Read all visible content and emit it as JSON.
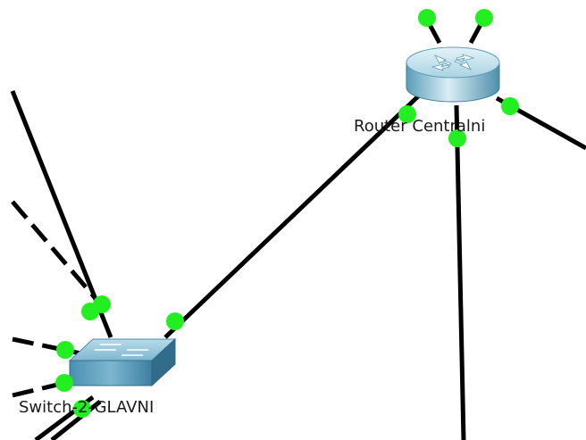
{
  "workspace": {
    "background": "#ffffff",
    "link_color": "#000000",
    "port_status_color": "#22ee22",
    "port_status": "up"
  },
  "devices": {
    "router": {
      "label": "Router Centralni",
      "icon": "router-icon",
      "colors": {
        "body": "#5fa9c4",
        "top": "#bfe3ef",
        "arrows": "#e8f6fb"
      }
    },
    "switch": {
      "label": "Switch-2-GLAVNI",
      "icon": "switch-icon",
      "colors": {
        "body": "#3f89ad",
        "top": "#8fc3da",
        "arrows": "#e8f6fb"
      }
    }
  },
  "links": [
    {
      "name": "router-switch-link",
      "style": "solid"
    },
    {
      "name": "router-up-left-link",
      "style": "solid"
    },
    {
      "name": "router-up-right-link",
      "style": "solid"
    },
    {
      "name": "router-right-link",
      "style": "solid"
    },
    {
      "name": "router-down-link",
      "style": "solid"
    },
    {
      "name": "switch-up-link",
      "style": "solid"
    },
    {
      "name": "switch-upper-left-dashed-link",
      "style": "dashed"
    },
    {
      "name": "switch-left-dashed-link",
      "style": "dashed"
    },
    {
      "name": "switch-lower-left-dashed-link",
      "style": "dashed"
    },
    {
      "name": "switch-bottom-link",
      "style": "solid"
    }
  ]
}
